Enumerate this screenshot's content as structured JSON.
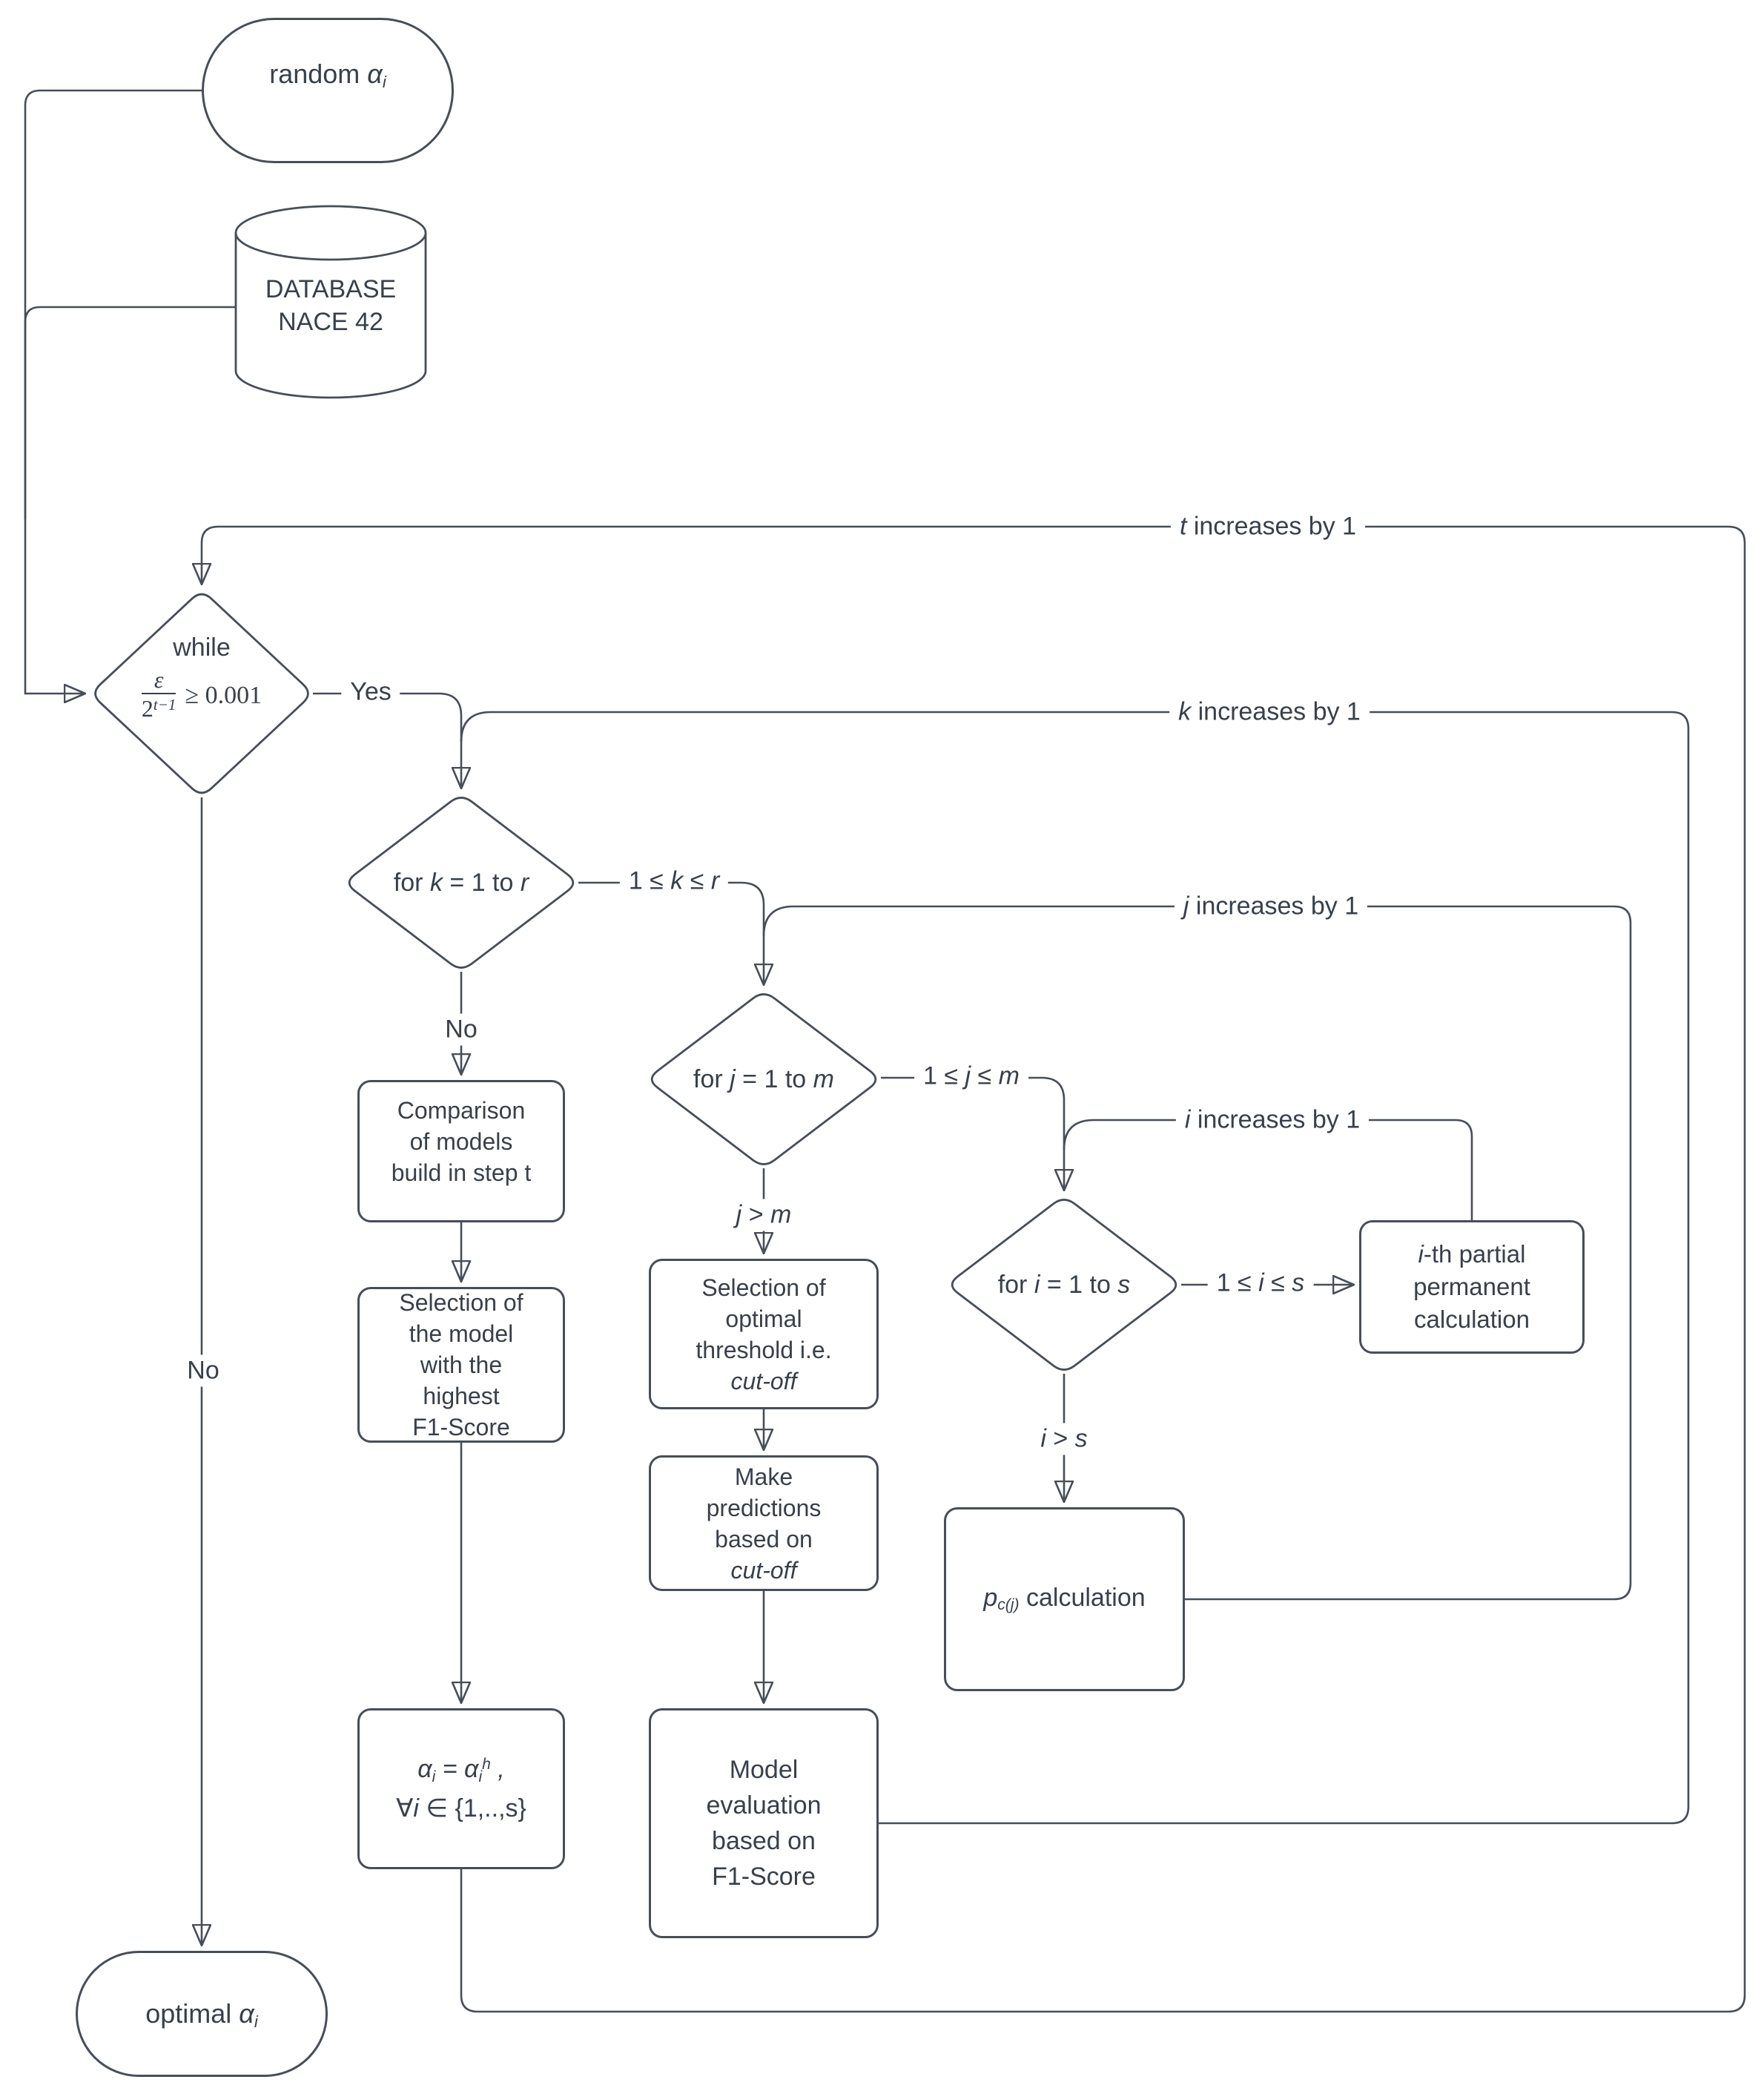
{
  "colors": {
    "stroke": "#474e58",
    "arrow_fill": "#343b46",
    "text": "#38404b",
    "background": "#ffffff"
  },
  "nodes": {
    "random": {
      "parts": [
        {
          "t": "random ",
          "s": ""
        },
        {
          "t": "α",
          "s": "it"
        },
        {
          "t": "i",
          "s": "subit"
        }
      ]
    },
    "database": {
      "line1": "DATABASE",
      "line2": "NACE 42"
    },
    "while": {
      "keyword": "while",
      "num": "ε",
      "den_base": "2",
      "den_exp": "t−1",
      "cond": "≥ 0.001"
    },
    "for_k": {
      "parts": [
        {
          "t": "for ",
          "s": ""
        },
        {
          "t": "k",
          "s": "it"
        },
        {
          "t": " = 1 to ",
          "s": ""
        },
        {
          "t": "r",
          "s": "it"
        }
      ]
    },
    "for_j": {
      "parts": [
        {
          "t": "for ",
          "s": ""
        },
        {
          "t": "j",
          "s": "it"
        },
        {
          "t": " = 1 to ",
          "s": ""
        },
        {
          "t": "m",
          "s": "it"
        }
      ]
    },
    "for_i": {
      "parts": [
        {
          "t": "for ",
          "s": ""
        },
        {
          "t": "i",
          "s": "it"
        },
        {
          "t": " = 1 to ",
          "s": ""
        },
        {
          "t": "s",
          "s": "it"
        }
      ]
    },
    "comparison": {
      "line1": "Comparison",
      "line2": "of models",
      "line3": "build in step t"
    },
    "selection": {
      "line1": "Selection of",
      "line2": "the model",
      "line3": "with the",
      "line4": "highest",
      "line5": "F1-Score"
    },
    "alpha_update": {
      "line1_parts": [
        {
          "t": "α",
          "s": "it"
        },
        {
          "t": "i",
          "s": "subit"
        },
        {
          "t": " = ",
          "s": ""
        },
        {
          "t": "α",
          "s": "it"
        },
        {
          "t": "i",
          "s": "subit"
        },
        {
          "t": "h",
          "s": "supit"
        },
        {
          "t": " ,",
          "s": ""
        }
      ],
      "line2_parts": [
        {
          "t": "∀",
          "s": ""
        },
        {
          "t": "i",
          "s": "it"
        },
        {
          "t": " ∈ {1,..,s}",
          "s": ""
        }
      ]
    },
    "cutoff": {
      "line1": "Selection of",
      "line2": "optimal",
      "line3": "threshold i.e.",
      "line4_parts": [
        {
          "t": "cut-off",
          "s": "it"
        }
      ]
    },
    "predictions": {
      "line1": "Make",
      "line2": "predictions",
      "line3": "based on",
      "line4_parts": [
        {
          "t": "cut-off",
          "s": "it"
        }
      ]
    },
    "evaluation": {
      "line1": "Model",
      "line2": "evaluation",
      "line3": "based on",
      "line4": "F1-Score"
    },
    "partial": {
      "line1_parts": [
        {
          "t": "i",
          "s": "it"
        },
        {
          "t": "-th partial",
          "s": ""
        }
      ],
      "line2": "permanent",
      "line3": "calculation"
    },
    "pc": {
      "parts": [
        {
          "t": "p",
          "s": "it"
        },
        {
          "t": "c(j)",
          "s": "subit"
        },
        {
          "t": " calculation",
          "s": ""
        }
      ]
    },
    "optimal": {
      "parts": [
        {
          "t": "optimal ",
          "s": ""
        },
        {
          "t": "α",
          "s": "it"
        },
        {
          "t": "i",
          "s": "subit"
        }
      ]
    }
  },
  "edges": {
    "t_inc": [
      {
        "t": "t",
        "s": "it"
      },
      {
        "t": " increases by 1",
        "s": ""
      }
    ],
    "k_inc": [
      {
        "t": "k",
        "s": "it"
      },
      {
        "t": " increases by 1",
        "s": ""
      }
    ],
    "j_inc": [
      {
        "t": "j",
        "s": "it"
      },
      {
        "t": " increases by 1",
        "s": ""
      }
    ],
    "i_inc": [
      {
        "t": "i",
        "s": "it"
      },
      {
        "t": " increases by 1",
        "s": ""
      }
    ],
    "yes": "Yes",
    "no_while": "No",
    "no_k": "No",
    "k_range": [
      {
        "t": "1 ≤ ",
        "s": ""
      },
      {
        "t": "k",
        "s": "it"
      },
      {
        "t": " ≤ ",
        "s": ""
      },
      {
        "t": "r",
        "s": "it"
      }
    ],
    "j_range": [
      {
        "t": "1 ≤ ",
        "s": ""
      },
      {
        "t": "j",
        "s": "it"
      },
      {
        "t": " ≤ ",
        "s": ""
      },
      {
        "t": "m",
        "s": "it"
      }
    ],
    "i_range": [
      {
        "t": "1 ≤ ",
        "s": ""
      },
      {
        "t": "i",
        "s": "it"
      },
      {
        "t": " ≤ ",
        "s": ""
      },
      {
        "t": "s",
        "s": "it"
      }
    ],
    "j_gt": [
      {
        "t": "j",
        "s": "it"
      },
      {
        "t": " > ",
        "s": ""
      },
      {
        "t": "m",
        "s": "it"
      }
    ],
    "i_gt": [
      {
        "t": "i",
        "s": "it"
      },
      {
        "t": " > ",
        "s": ""
      },
      {
        "t": "s",
        "s": "it"
      }
    ]
  }
}
